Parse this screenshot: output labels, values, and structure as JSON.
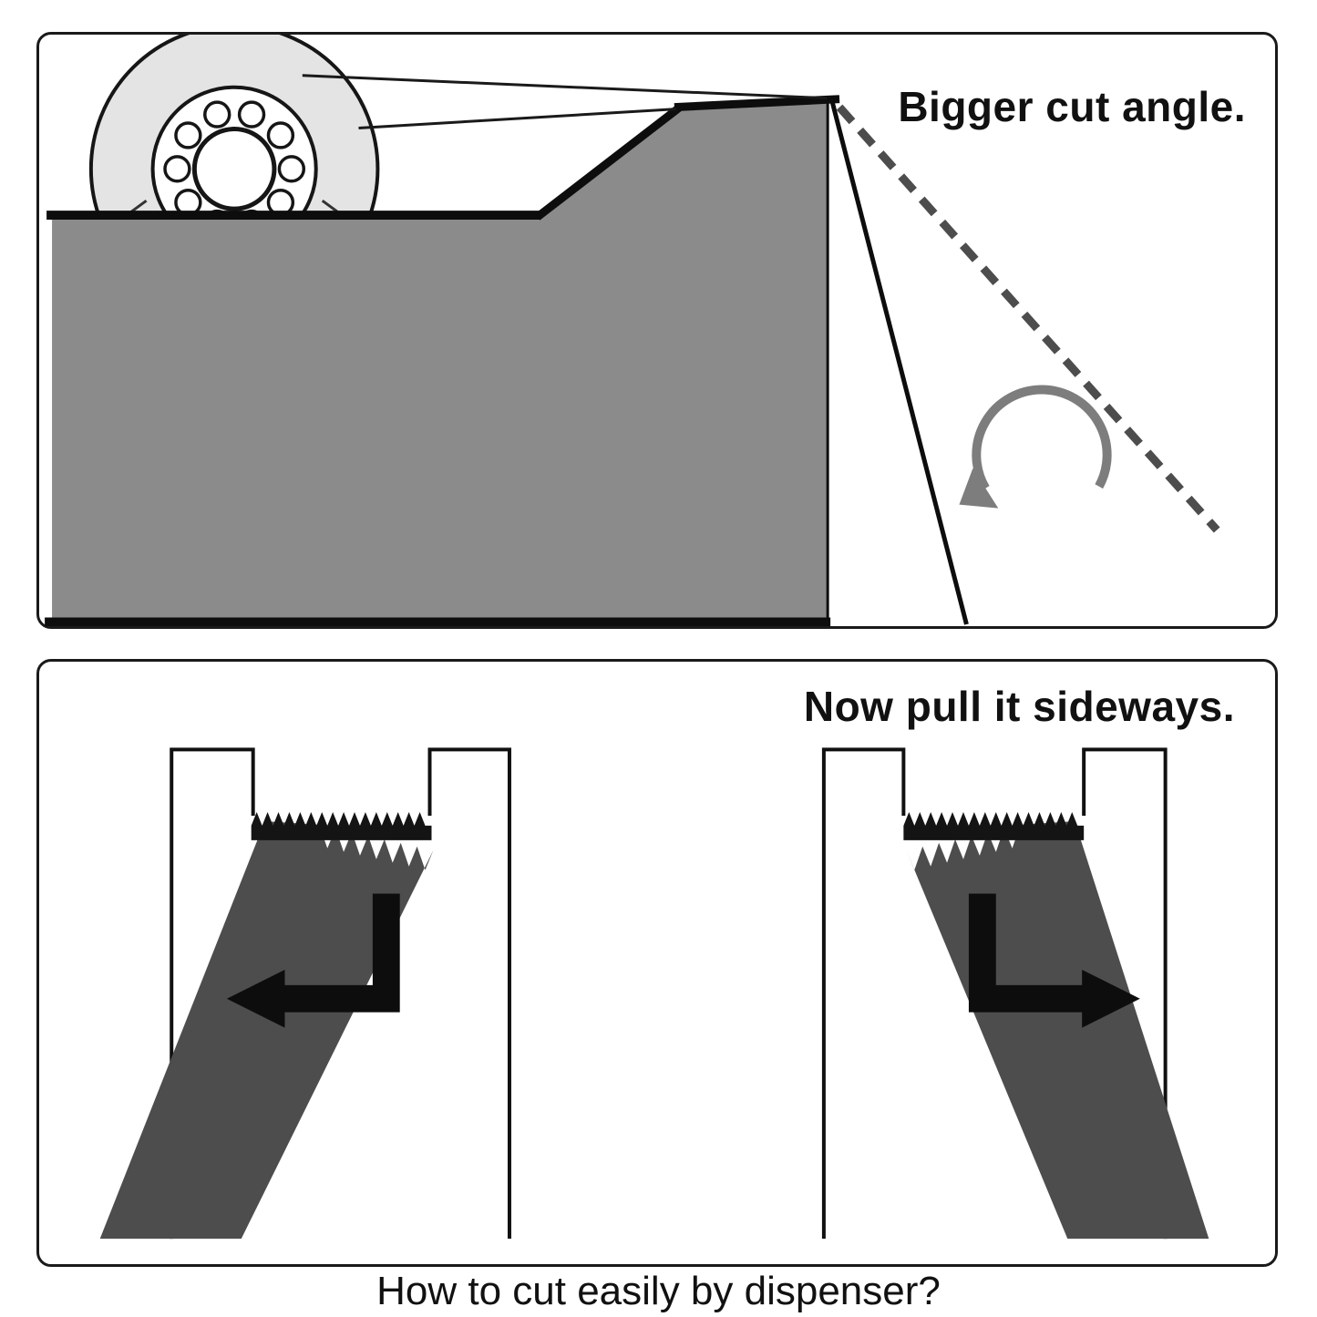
{
  "top_panel": {
    "label": "Bigger cut angle."
  },
  "bottom_panel": {
    "label": "Now pull it sideways."
  },
  "caption": "How to cut easily by dispenser?",
  "colors": {
    "outline": "#111111",
    "body_gray": "#8b8b8b",
    "roll_gray": "#e4e4e4",
    "tape_dark": "#4d4d4d",
    "blade_black": "#141414",
    "arrow_black": "#0d0d0d",
    "rotate_gray": "#7d7d7d",
    "dashed_gray": "#4d4d4d"
  }
}
